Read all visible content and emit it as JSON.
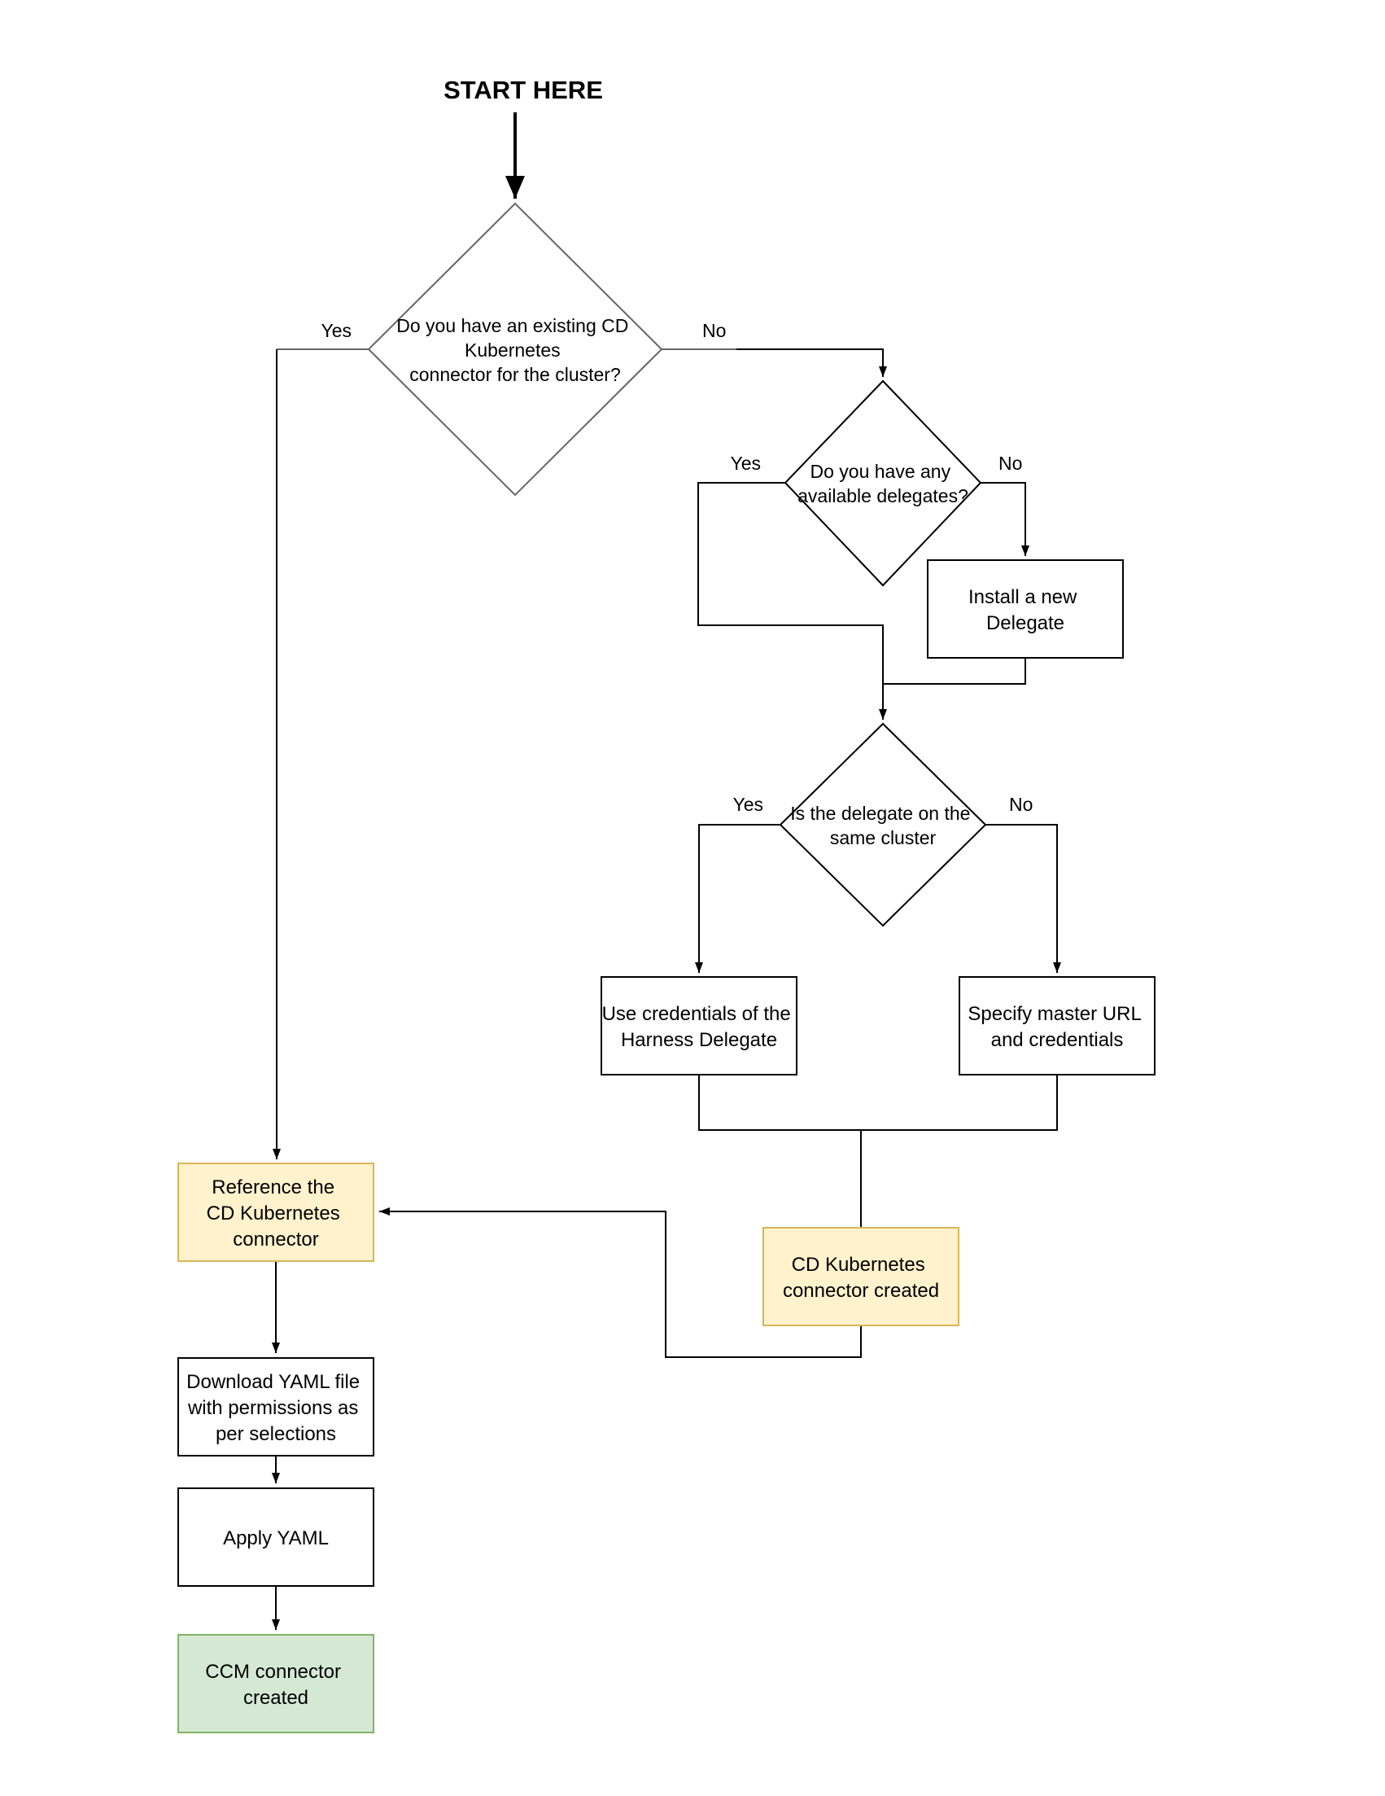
{
  "title": "START HERE",
  "colors": {
    "white": "#FFFFFF",
    "black": "#000000",
    "decision_stroke_gray": "#666666",
    "outcome_yellow_fill": "#FFF2CC",
    "outcome_yellow_stroke": "#D6B656",
    "outcome_green_fill": "#D5E8D4",
    "outcome_green_stroke": "#82B366"
  },
  "nodes": {
    "existing_connector_decision": {
      "lines": [
        "Do you have an existing CD",
        "Kubernetes",
        "connector for the cluster?"
      ]
    },
    "available_delegates_decision": {
      "lines": [
        "Do you have any",
        "available delegates?"
      ]
    },
    "install_delegate": {
      "lines": [
        "Install a new",
        "Delegate"
      ]
    },
    "same_cluster_decision": {
      "lines": [
        "Is the delegate on the",
        "same cluster"
      ]
    },
    "use_delegate_credentials": {
      "lines": [
        "Use credentials of the",
        "Harness Delegate"
      ]
    },
    "specify_master_url": {
      "lines": [
        "Specify master URL",
        "and credentials"
      ]
    },
    "cd_connector_created": {
      "lines": [
        "CD Kubernetes",
        "connector created"
      ]
    },
    "reference_connector": {
      "lines": [
        "Reference the",
        "CD Kubernetes",
        "connector"
      ]
    },
    "download_yaml": {
      "lines": [
        "Download YAML file",
        "with permissions as",
        "per selections"
      ]
    },
    "apply_yaml": {
      "lines": [
        "Apply YAML"
      ]
    },
    "ccm_connector_created": {
      "lines": [
        "CCM connector",
        "created"
      ]
    }
  },
  "labels": {
    "d1_yes": "Yes",
    "d1_no": "No",
    "d2_yes": "Yes",
    "d2_no": "No",
    "d3_yes": "Yes",
    "d3_no": "No"
  }
}
